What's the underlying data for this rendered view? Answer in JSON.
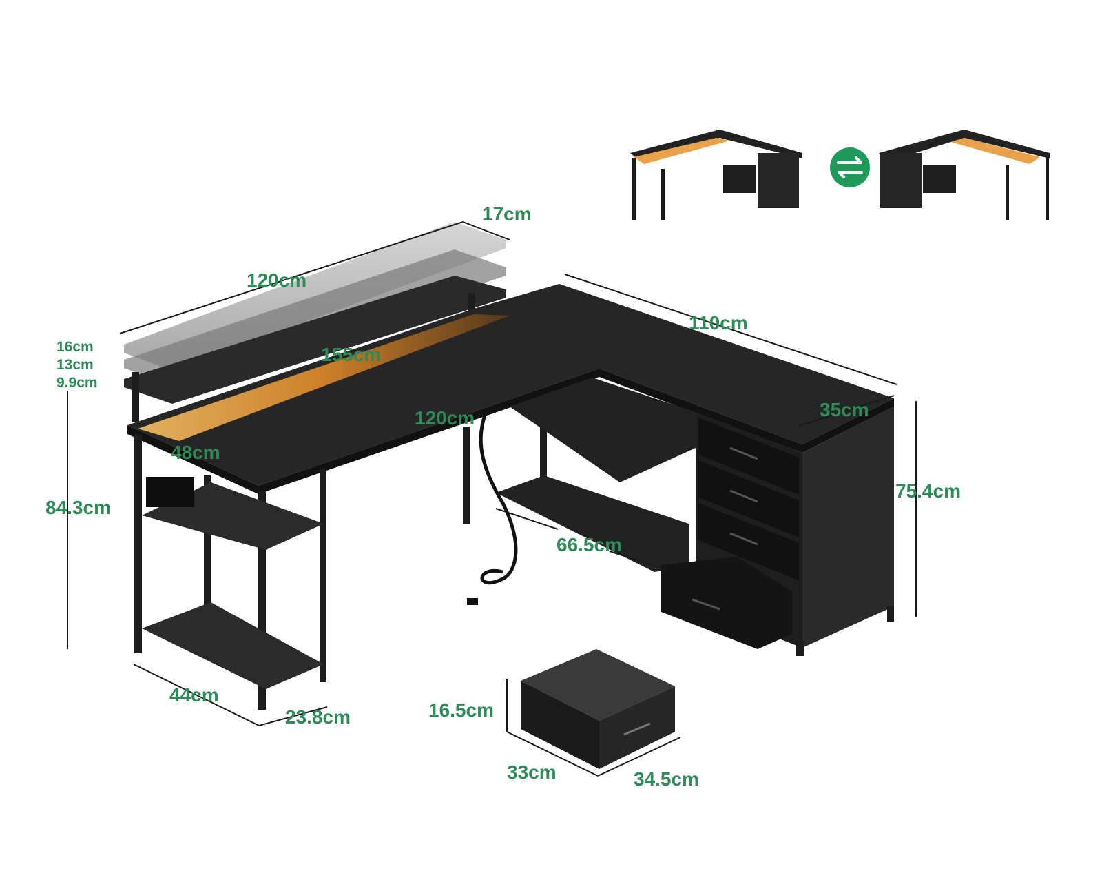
{
  "colors": {
    "label": "#2e8b57",
    "dim_line": "#1a1a1a",
    "wood": "#2b2b2b",
    "wood_dark": "#161616",
    "metal": "#1c1c1c",
    "led": "#f2a23a",
    "swap_badge": "#1f9a5a"
  },
  "dimensions": {
    "hutch_depth": "17cm",
    "hutch_width": "120cm",
    "desk_length": "155cm",
    "return_length": "110cm",
    "inner_length": "120cm",
    "desk_depth": "48cm",
    "return_depth": "35cm",
    "hutch_h1": "16cm",
    "hutch_h2": "13cm",
    "hutch_h3": "9.9cm",
    "total_height": "84.3cm",
    "desk_height": "75.4cm",
    "cable_length": "66.5cm",
    "shelf_depth": "44cm",
    "shelf_width": "23.8cm",
    "drawer_height": "16.5cm",
    "drawer_depth": "33cm",
    "drawer_width": "34.5cm"
  },
  "icons": {
    "swap": "swap-arrows-icon"
  }
}
